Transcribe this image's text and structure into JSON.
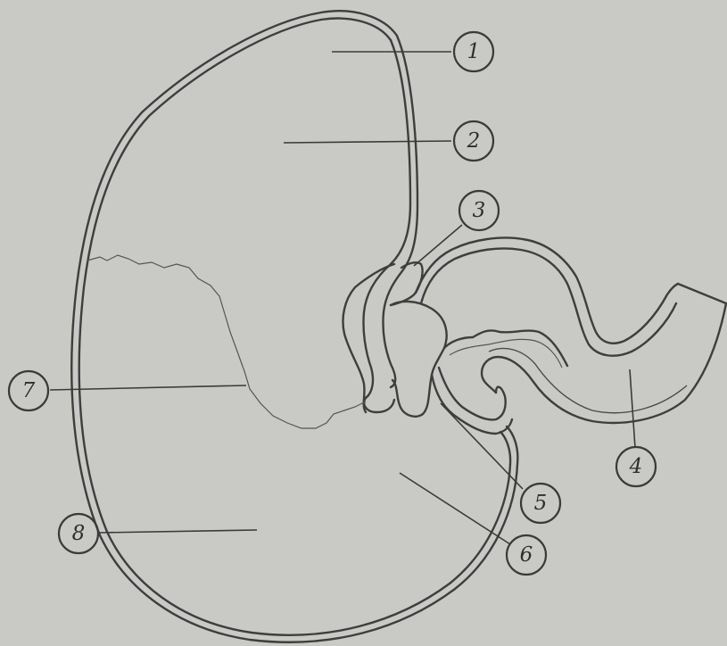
{
  "labels": [
    {
      "id": "label-1",
      "text": "1"
    },
    {
      "id": "label-2",
      "text": "2"
    },
    {
      "id": "label-3",
      "text": "3"
    },
    {
      "id": "label-4",
      "text": "4"
    },
    {
      "id": "label-5",
      "text": "5"
    },
    {
      "id": "label-6",
      "text": "6"
    },
    {
      "id": "label-7",
      "text": "7"
    },
    {
      "id": "label-8",
      "text": "8"
    }
  ]
}
